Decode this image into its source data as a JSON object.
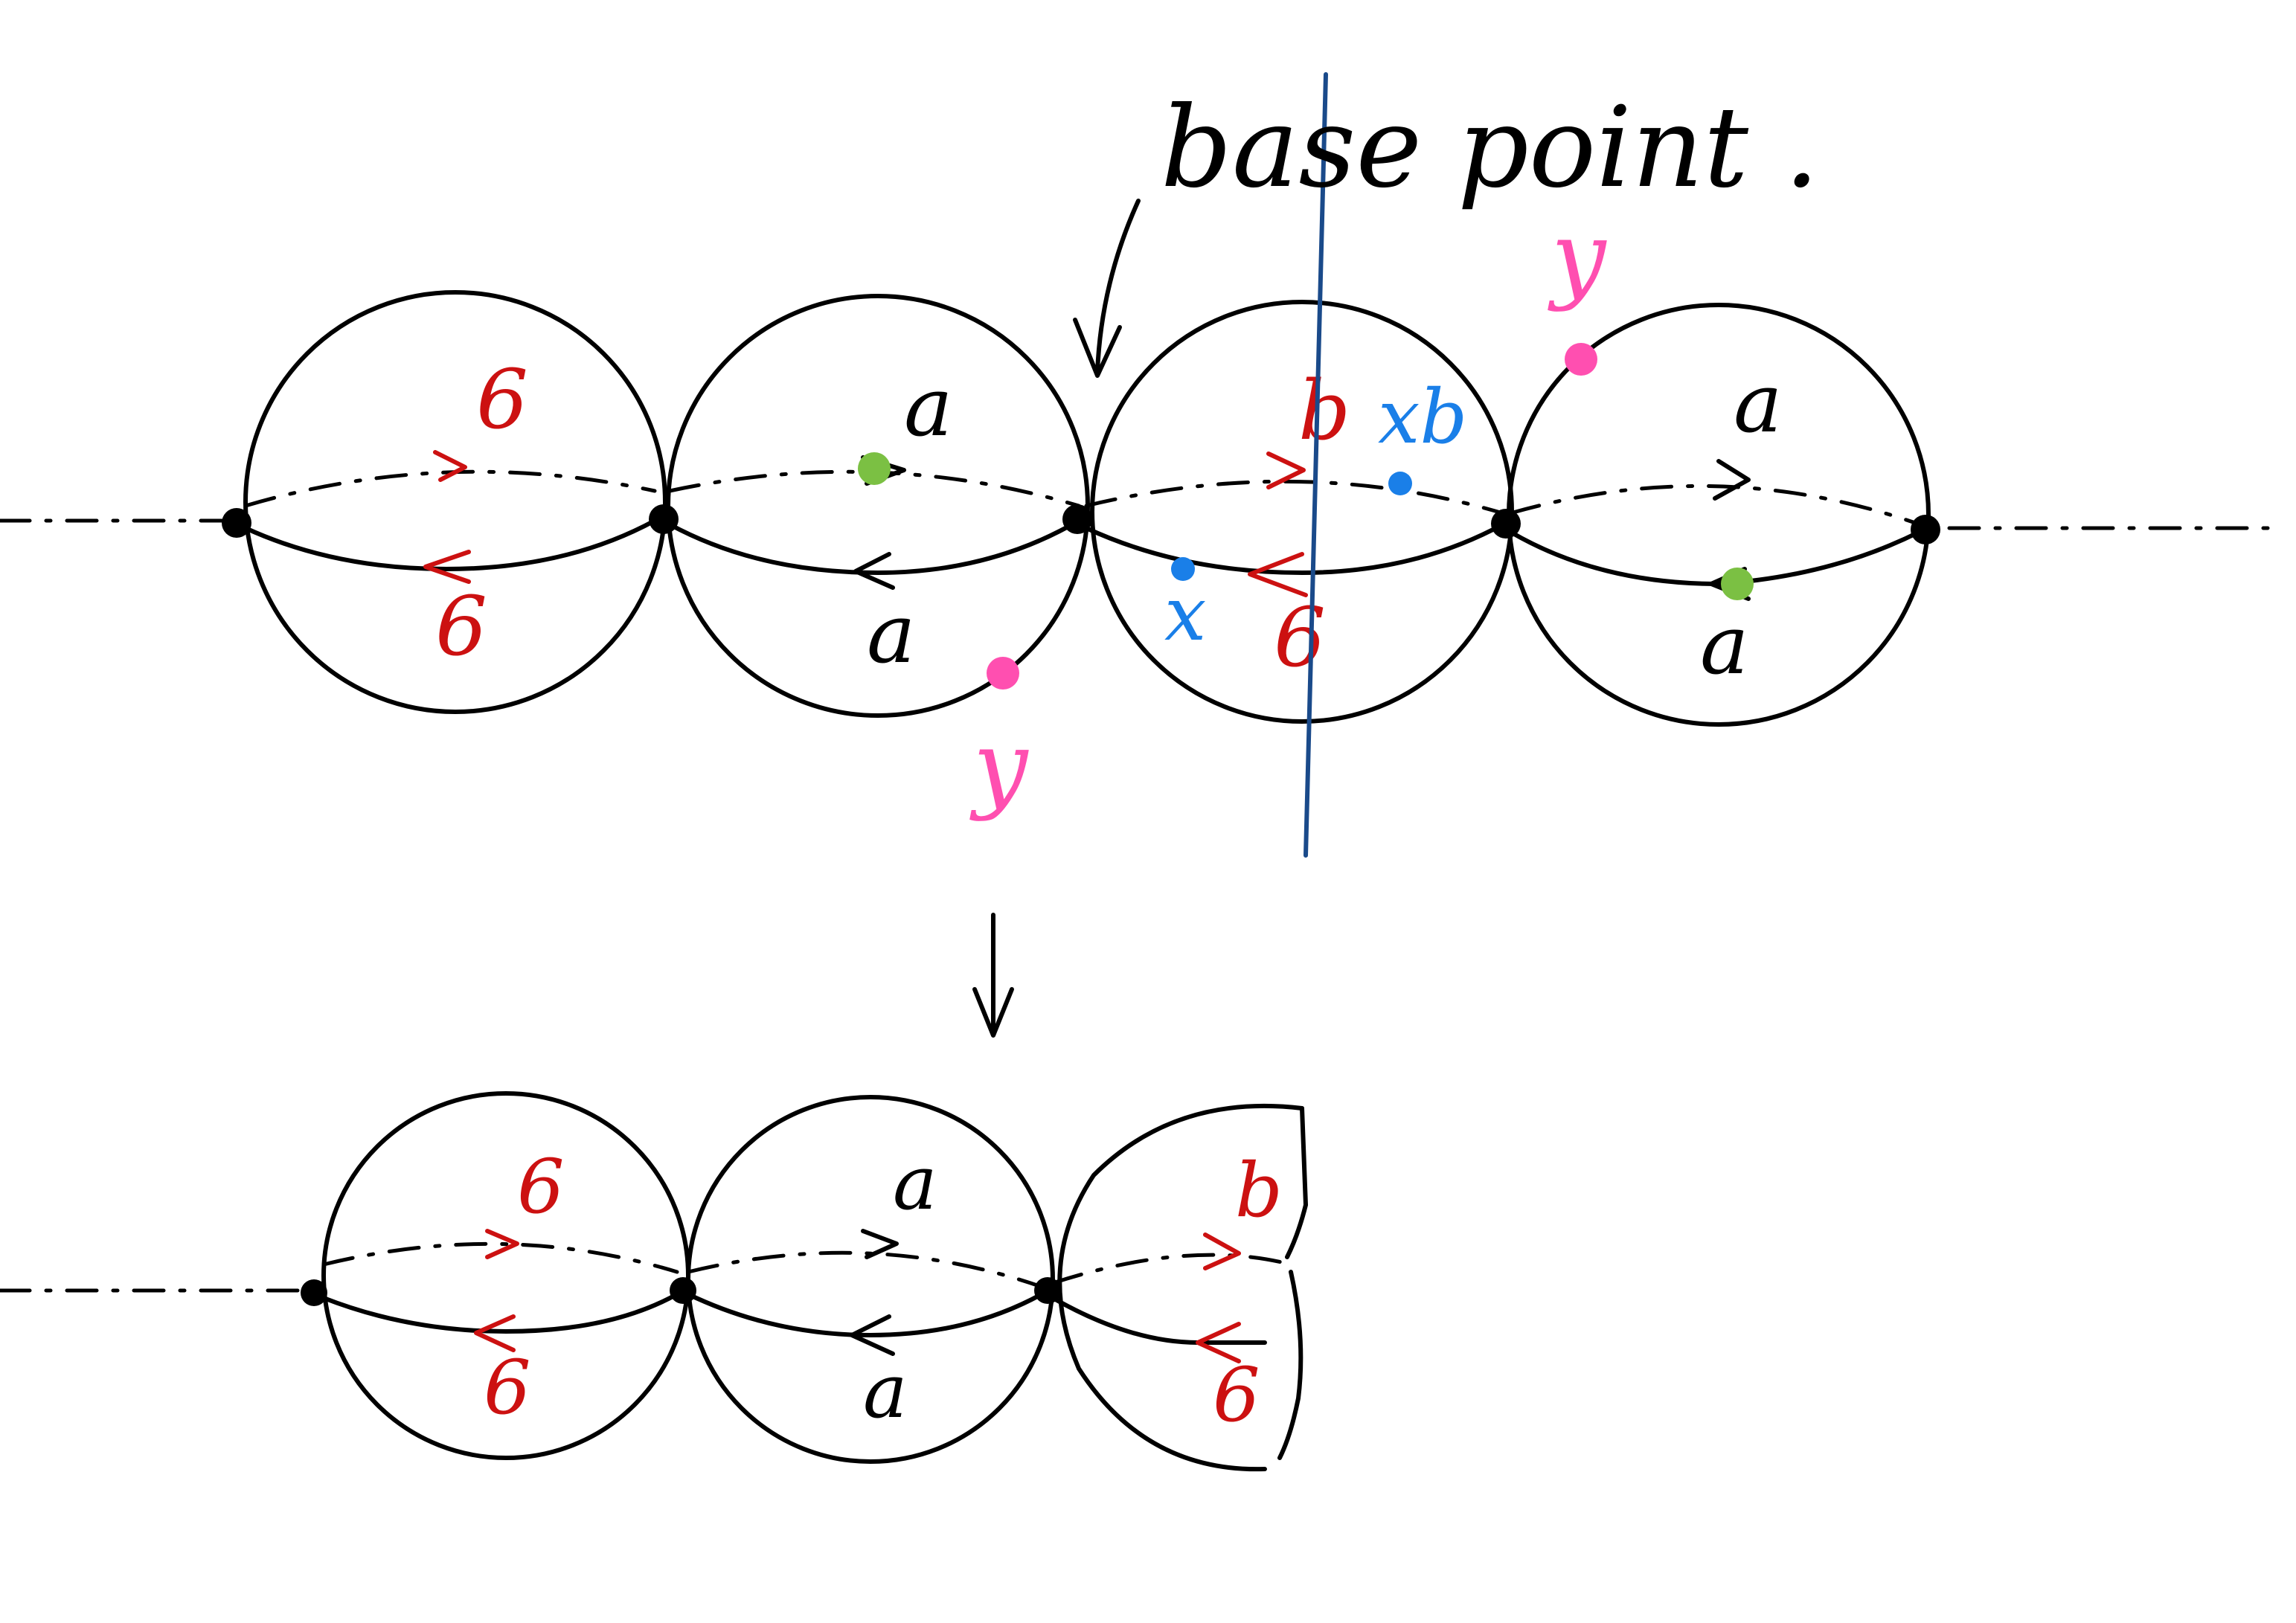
{
  "annotation": {
    "base_point": "base point ."
  },
  "top_row": {
    "sphere1": {
      "upper": "6",
      "lower": "6"
    },
    "sphere2": {
      "upper": "a",
      "lower": "a"
    },
    "sphere3": {
      "upper": "b",
      "lower": "6"
    },
    "sphere4": {
      "upper": "a",
      "lower": "a"
    },
    "blue_labels": {
      "x": "x",
      "xb": "xb"
    },
    "pink_labels": {
      "y_lower": "y",
      "y_upper": "y"
    }
  },
  "bottom_row": {
    "sphere1": {
      "upper": "6",
      "lower": "6"
    },
    "sphere2": {
      "upper": "a",
      "lower": "a"
    },
    "sphere3": {
      "upper": "b",
      "lower": "6"
    }
  },
  "colors": {
    "ink": "#000000",
    "red": "#cc1111",
    "blue_point": "#1a7fe8",
    "blue_line": "#1a4a8a",
    "pink": "#ff4fb0",
    "green": "#7bc043"
  }
}
